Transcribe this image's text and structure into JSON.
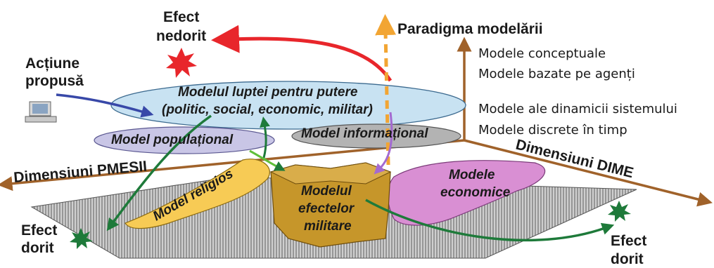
{
  "paradigm": {
    "title": "Paradigma modelării",
    "levels": [
      "Modele conceptuale",
      "Modele bazate pe agenți",
      "Modele ale dinamicii sistemului",
      "Modele discrete în timp"
    ]
  },
  "axes": {
    "pmesii": "Dimensiuni PMESII",
    "dime": "Dimensiuni DIME"
  },
  "inputs": {
    "action_line1": "Acțiune",
    "action_line2": "propusă"
  },
  "outcomes": {
    "undesired_line1": "Efect",
    "undesired_line2": "nedorit",
    "desired_left_line1": "Efect",
    "desired_left_line2": "dorit",
    "desired_right_line1": "Efect",
    "desired_right_line2": "dorit"
  },
  "models": {
    "power_line1": "Modelul luptei pentru putere",
    "power_line2": "(politic, social, economic, militar)",
    "population": "Model populațional",
    "informational": "Model informațional",
    "religious": "Model religios",
    "military_line1": "Modelul",
    "military_line2": "efectelor",
    "military_line3": "militare",
    "economic_line1": "Modele",
    "economic_line2": "economice"
  },
  "colors": {
    "red_arrow": "#e8262b",
    "orange_arrow": "#f2a533",
    "axis_brown": "#a0622a",
    "green_arrow": "#1e7a3a",
    "blue_arrow": "#3848a8",
    "purple_arrow": "#a46ad0",
    "power_cloud": "#c8e2f2",
    "population_cloud": "#c9c6e6",
    "info_cloud": "#b3b3b3",
    "religious_shape": "#f7cb55",
    "military_shape": "#c6962a",
    "economic_shape": "#d98fd3",
    "plane_gray": "#8e8e8e"
  }
}
